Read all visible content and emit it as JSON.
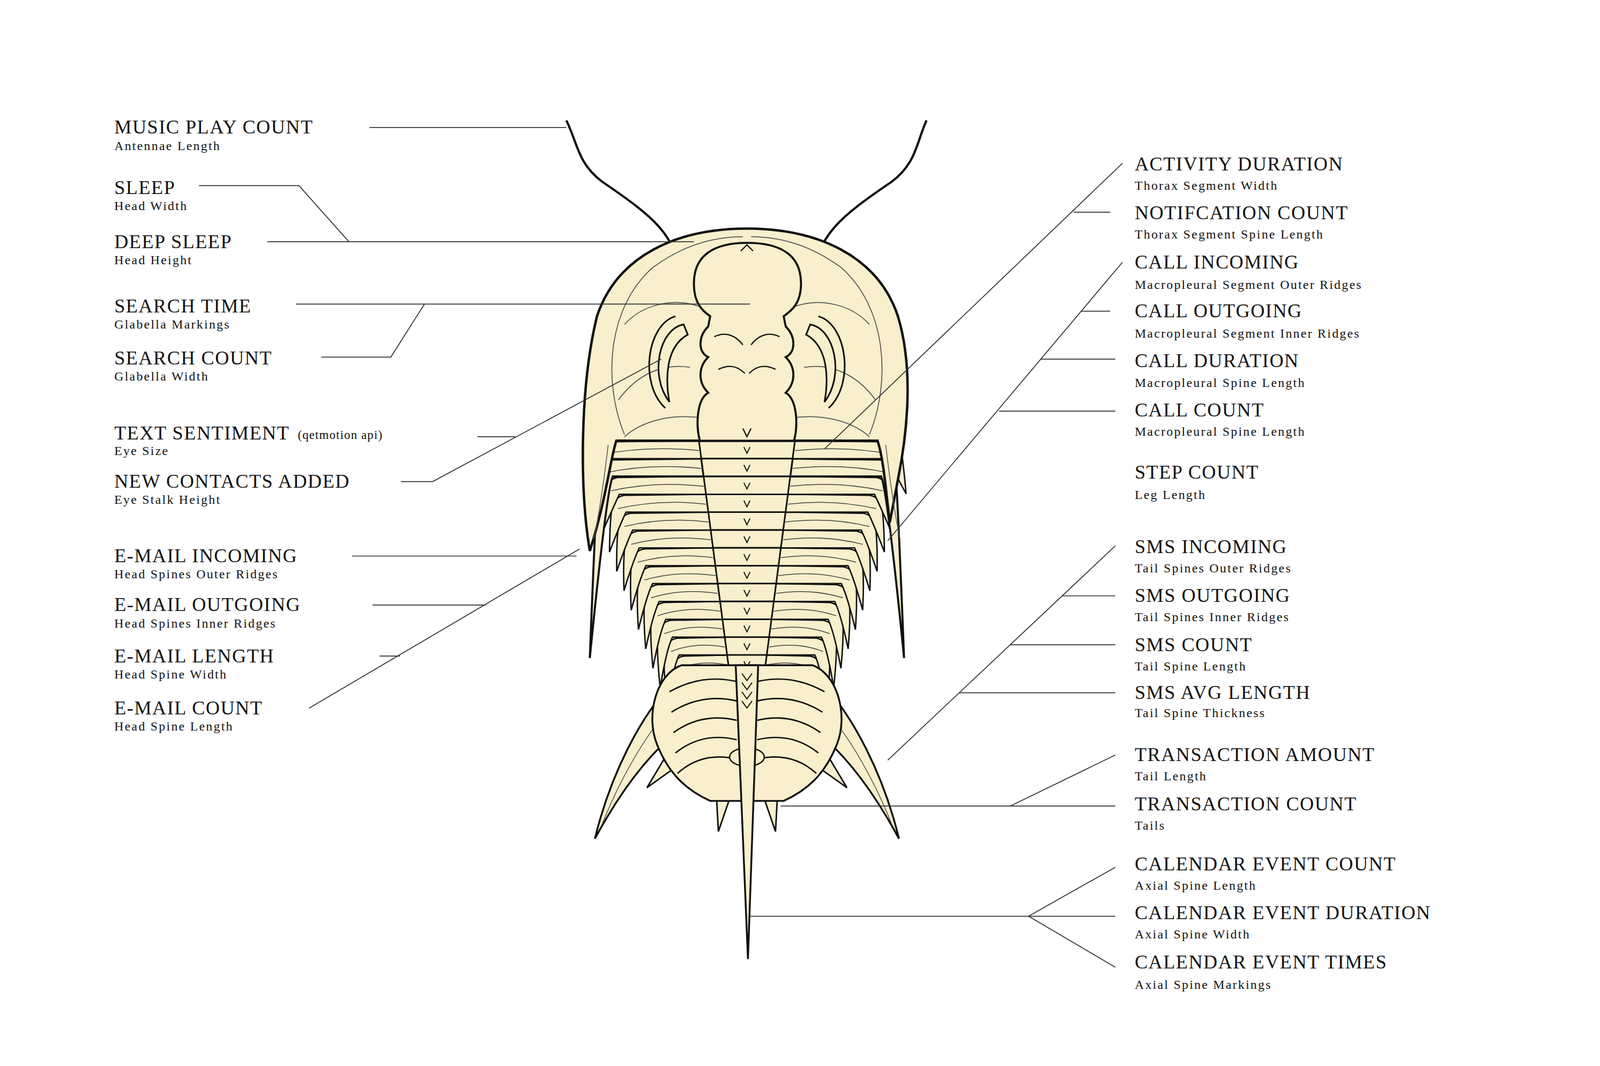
{
  "diagram": {
    "labels": [
      "MUSIC PLAY COUNT",
      "Antennae Length",
      "SLEEP",
      "Head Width",
      "DEEP SLEEP",
      "Head Height",
      "SEARCH TIME",
      "Glabella Markings",
      "SEARCH COUNT",
      "Glabella Width",
      "TEXT SENTIMENT",
      "(qetmotion api)",
      "Eye Size",
      "NEW CONTACTS ADDED",
      "Eye Stalk Height",
      "E-MAIL INCOMING",
      "Head Spines Outer Ridges",
      "E-MAIL OUTGOING",
      "Head Spines Inner Ridges",
      "E-MAIL LENGTH",
      "Head Spine Width",
      "E-MAIL COUNT",
      "Head Spine Length",
      "ACTIVITY DURATION",
      "Thorax Segment Width",
      "NOTIFCATION COUNT",
      "Thorax Segment Spine Length",
      "CALL INCOMING",
      "Macropleural Segment Outer Ridges",
      "CALL OUTGOING",
      "Macropleural Segment Inner Ridges",
      "CALL DURATION",
      "Macropleural Spine Length",
      "CALL COUNT",
      "Macropleural Spine Length",
      "STEP COUNT",
      "Leg Length",
      "SMS INCOMING",
      "Tail Spines Outer Ridges",
      "SMS OUTGOING",
      "Tail Spines Inner Ridges",
      "SMS COUNT",
      "Tail Spine Length",
      "SMS AVG LENGTH",
      "Tail Spine Thickness",
      "TRANSACTION AMOUNT",
      "Tail Length",
      "TRANSACTION COUNT",
      "Tails",
      "CALENDAR EVENT COUNT",
      "Axial Spine Length",
      "CALENDAR EVENT DURATION",
      "Axial Spine Width",
      "CALENDAR EVENT TIMES",
      "Axial Spine Markings"
    ]
  }
}
